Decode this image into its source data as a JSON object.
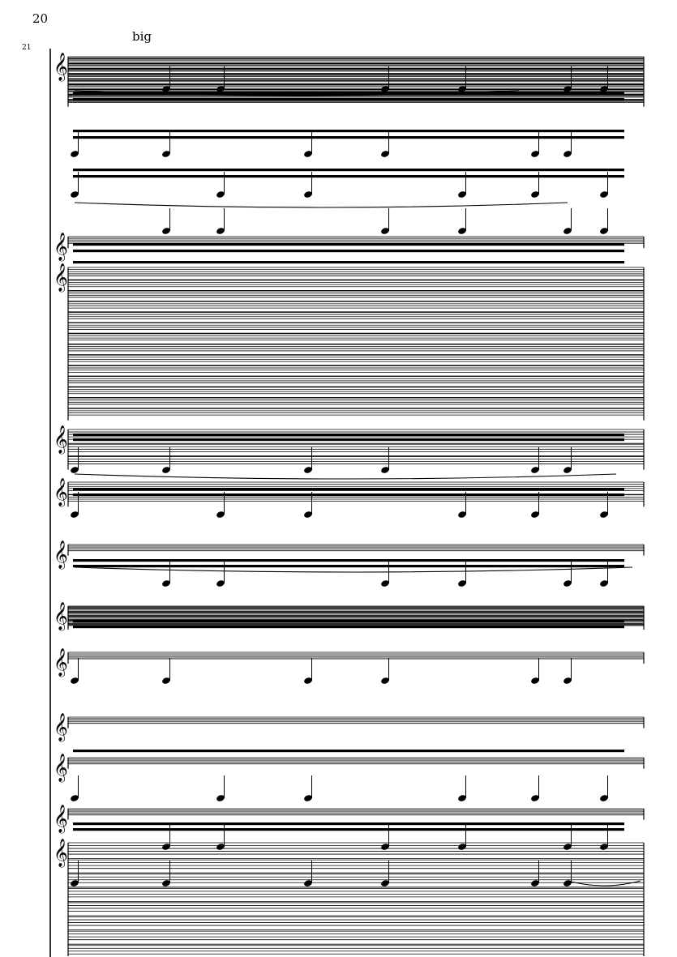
{
  "page": {
    "page_number": "20",
    "measure_number": "21",
    "annotation": "big"
  },
  "score": {
    "description_colors": {
      "ink": "#000000",
      "paper": "#ffffff"
    },
    "systems": [
      {
        "id": "system-a",
        "staves": 9
      },
      {
        "id": "system-b",
        "staves": 1
      },
      {
        "id": "system-c",
        "staves": 14
      },
      {
        "id": "system-d",
        "staves": 3
      },
      {
        "id": "system-e",
        "staves": 2
      },
      {
        "id": "system-f",
        "staves": 1
      },
      {
        "id": "system-g",
        "staves": 5
      },
      {
        "id": "system-h",
        "staves": 1
      },
      {
        "id": "system-i",
        "staves": 1
      },
      {
        "id": "system-j",
        "staves": 1
      },
      {
        "id": "system-k",
        "staves": 1
      },
      {
        "id": "system-l",
        "staves": 8
      }
    ]
  }
}
